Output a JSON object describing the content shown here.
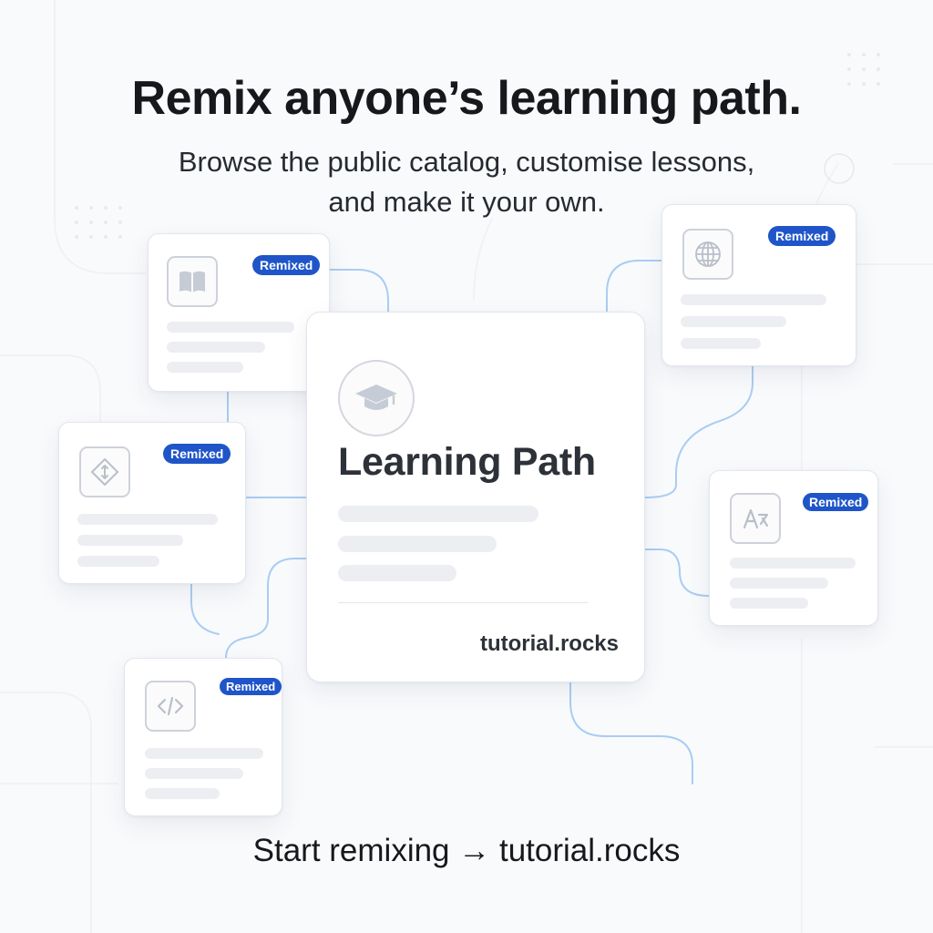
{
  "header": {
    "headline": "Remix anyone’s learning path.",
    "subline_1": "Browse the public catalog, customise lessons,",
    "subline_2": "and make it your own."
  },
  "main_card": {
    "icon": "graduation-cap-icon",
    "title": "Learning Path",
    "brand": "tutorial.rocks"
  },
  "cards": [
    {
      "icon": "book-icon",
      "badge": "Remixed"
    },
    {
      "icon": "globe-icon",
      "badge": "Remixed"
    },
    {
      "icon": "direction-sign-icon",
      "badge": "Remixed"
    },
    {
      "icon": "translate-icon",
      "badge": "Remixed"
    },
    {
      "icon": "code-icon",
      "badge": "Remixed"
    }
  ],
  "footer": {
    "cta": "Start remixing → tutorial.rocks"
  },
  "colors": {
    "badge": "#1f55c8",
    "connector": "#a9cdf3",
    "background": "#f9fafc"
  }
}
